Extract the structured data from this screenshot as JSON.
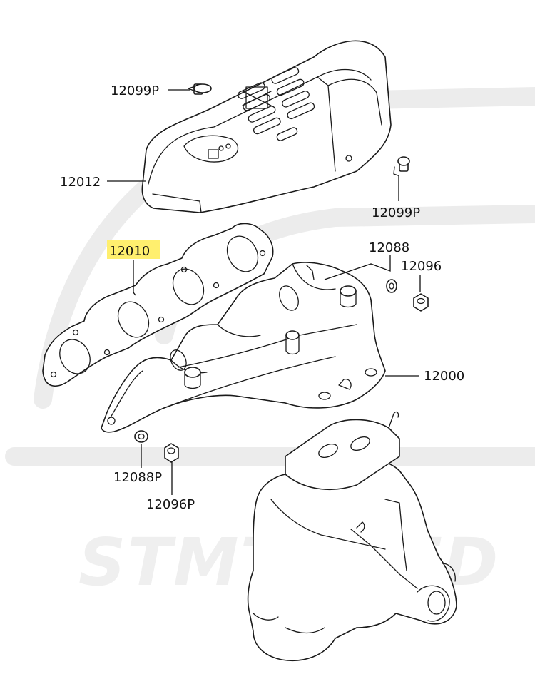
{
  "watermark": {
    "text": "STMTUNED",
    "color": "#efefef"
  },
  "highlight_color": "#ffef6e",
  "callouts": {
    "heat_shield_bolt_top": "12099P",
    "heat_shield": "12012",
    "heat_shield_bolt_right": "12099P",
    "gasket": "12010",
    "washer": "12088",
    "nut": "12096",
    "manifold": "12000",
    "washer_p": "12088P",
    "nut_p": "12096P"
  }
}
